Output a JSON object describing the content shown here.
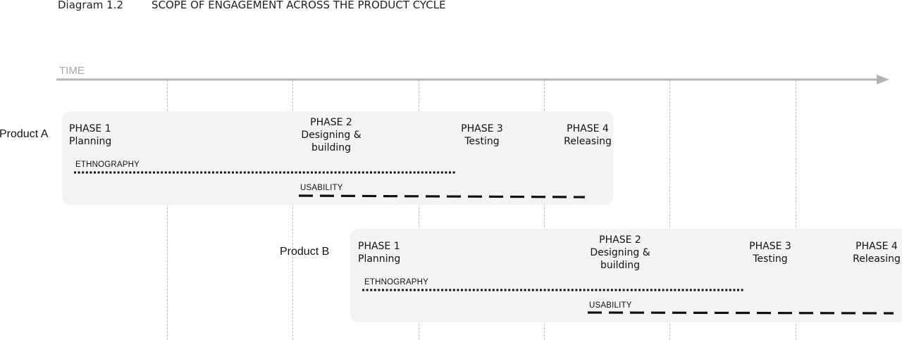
{
  "caption": {
    "number": "Diagram 1.2",
    "title": "SCOPE OF ENGAGEMENT ACROSS THE PRODUCT CYCLE"
  },
  "time_label": "TIME",
  "products": [
    {
      "name": "Product A",
      "phases": [
        {
          "number": "PHASE 1",
          "lines": [
            "Planning"
          ]
        },
        {
          "number": "PHASE 2",
          "lines": [
            "Designing &",
            "building"
          ]
        },
        {
          "number": "PHASE 3",
          "lines": [
            "Testing"
          ]
        },
        {
          "number": "PHASE 4",
          "lines": [
            "Releasing"
          ]
        }
      ],
      "methods": [
        {
          "name": "ETHNOGRAPHY",
          "style": "dotted"
        },
        {
          "name": "USABILITY",
          "style": "dashed"
        }
      ]
    },
    {
      "name": "Product B",
      "phases": [
        {
          "number": "PHASE 1",
          "lines": [
            "Planning"
          ]
        },
        {
          "number": "PHASE 2",
          "lines": [
            "Designing &",
            "building"
          ]
        },
        {
          "number": "PHASE 3",
          "lines": [
            "Testing"
          ]
        },
        {
          "number": "PHASE 4",
          "lines": [
            "Releasing"
          ]
        }
      ],
      "methods": [
        {
          "name": "ETHNOGRAPHY",
          "style": "dotted"
        },
        {
          "name": "USABILITY",
          "style": "dashed"
        }
      ]
    }
  ],
  "colors": {
    "panel": "#f3f3f3",
    "timeline": "#b3b3b3",
    "gridline": "#bdbdbd",
    "method_line": "#111111"
  }
}
